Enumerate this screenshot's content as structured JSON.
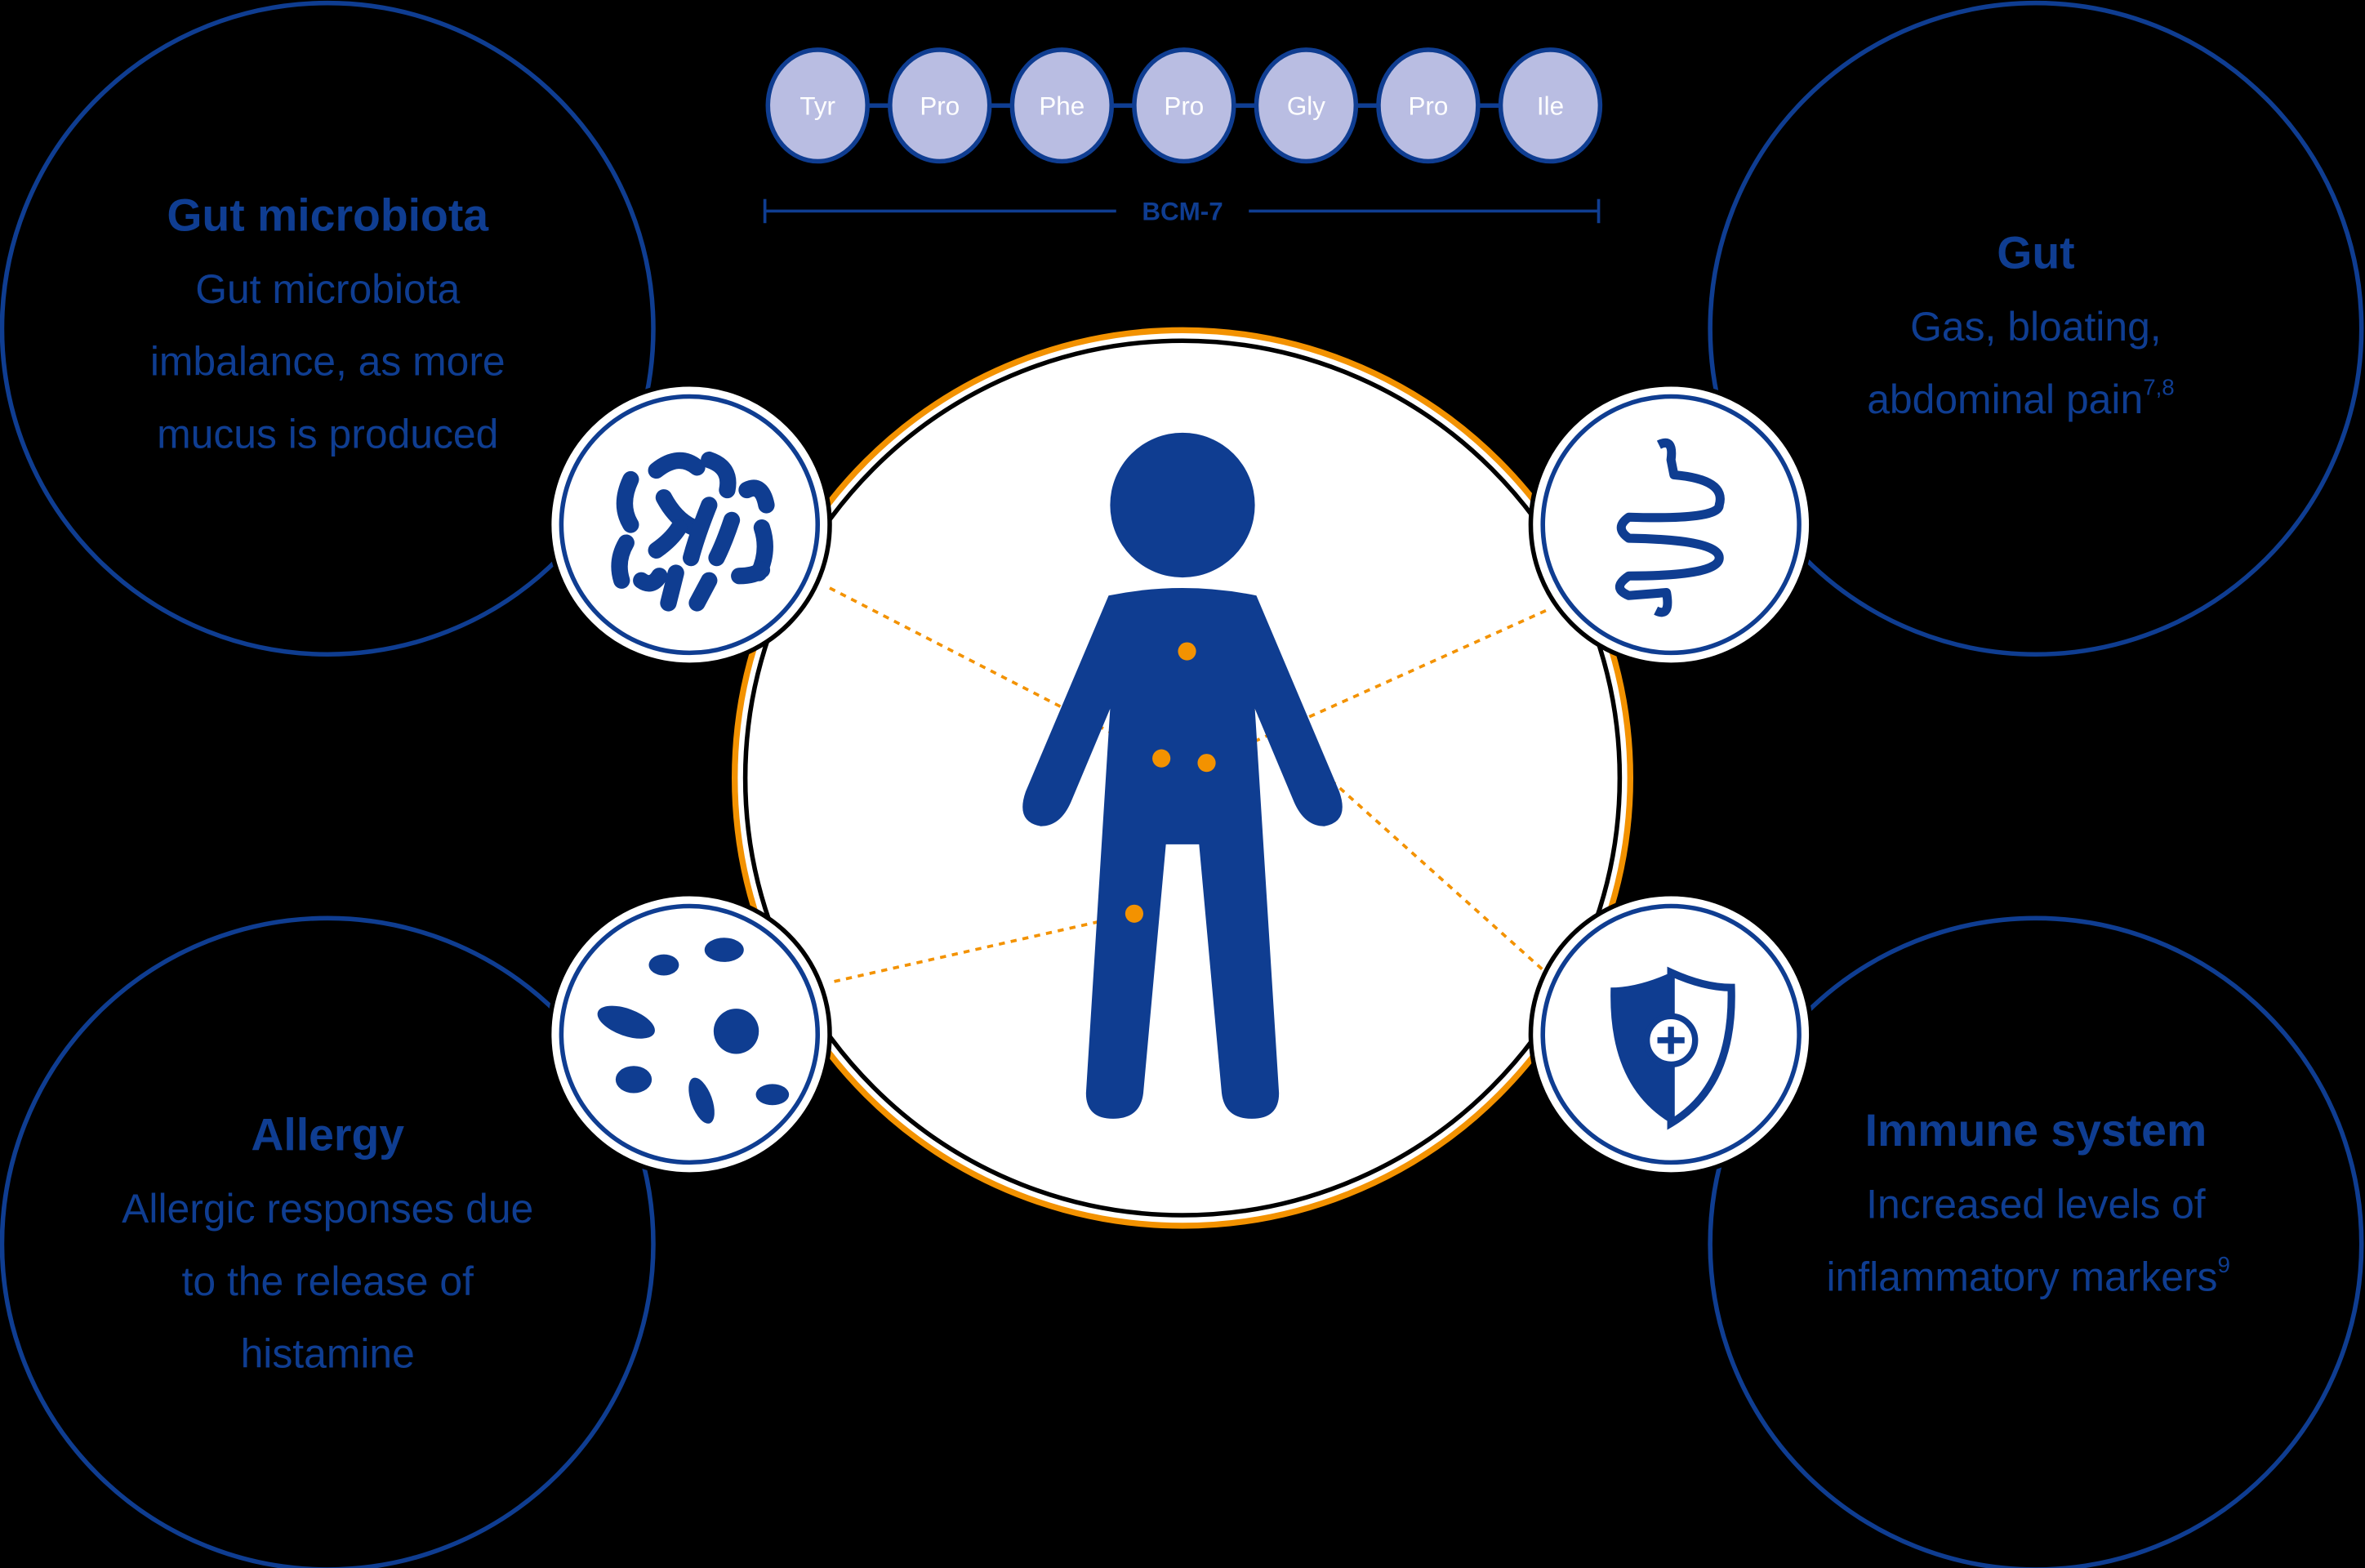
{
  "peptide": {
    "residues": [
      "Tyr",
      "Pro",
      "Phe",
      "Pro",
      "Gly",
      "Pro",
      "Ile"
    ],
    "label": "BCM-7"
  },
  "panels": {
    "gut_microbiota": {
      "title": "Gut microbiota",
      "lines": [
        "Gut microbiota",
        "imbalance, as more",
        "mucus is produced"
      ]
    },
    "gut": {
      "title": "Gut",
      "lines": [
        "Gas, bloating,",
        "abdominal pain"
      ],
      "sup": "7,8"
    },
    "allergy": {
      "title": "Allergy",
      "lines": [
        "Allergic responses due",
        "to the release of",
        "histamine"
      ]
    },
    "immune": {
      "title": "Immune system",
      "lines": [
        "Increased levels of",
        "inflammatory markers"
      ],
      "sup": "9"
    }
  },
  "icons": [
    "bacteria-icon",
    "intestine-icon",
    "microbes-icon",
    "shield-icon",
    "person-icon"
  ],
  "colors": {
    "primary": "#0f3d91",
    "accent": "#f39200",
    "bead": "#b9bde2",
    "background": "#000000"
  }
}
